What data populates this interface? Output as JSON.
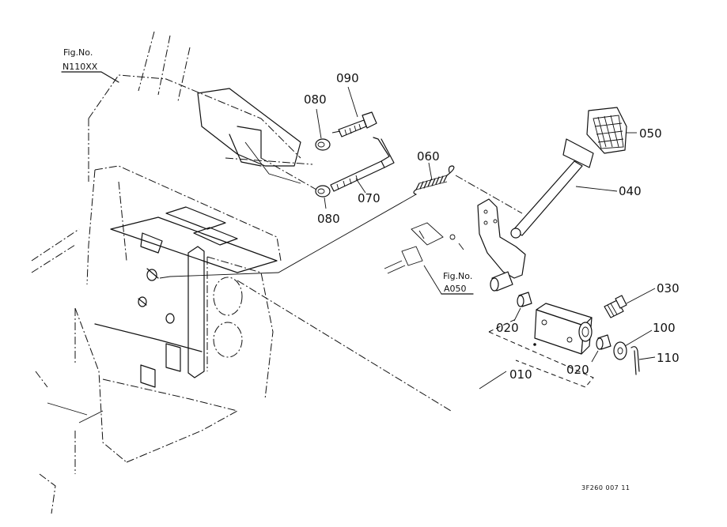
{
  "figure_references": [
    {
      "label": "Fig.No.",
      "code": "N110XX"
    },
    {
      "label": "Fig.No.",
      "code": "A050"
    }
  ],
  "part_labels": [
    "010",
    "020",
    "020",
    "030",
    "040",
    "050",
    "060",
    "070",
    "080",
    "080",
    "090",
    "100",
    "110"
  ],
  "drawing_code": "3F260 007 11"
}
